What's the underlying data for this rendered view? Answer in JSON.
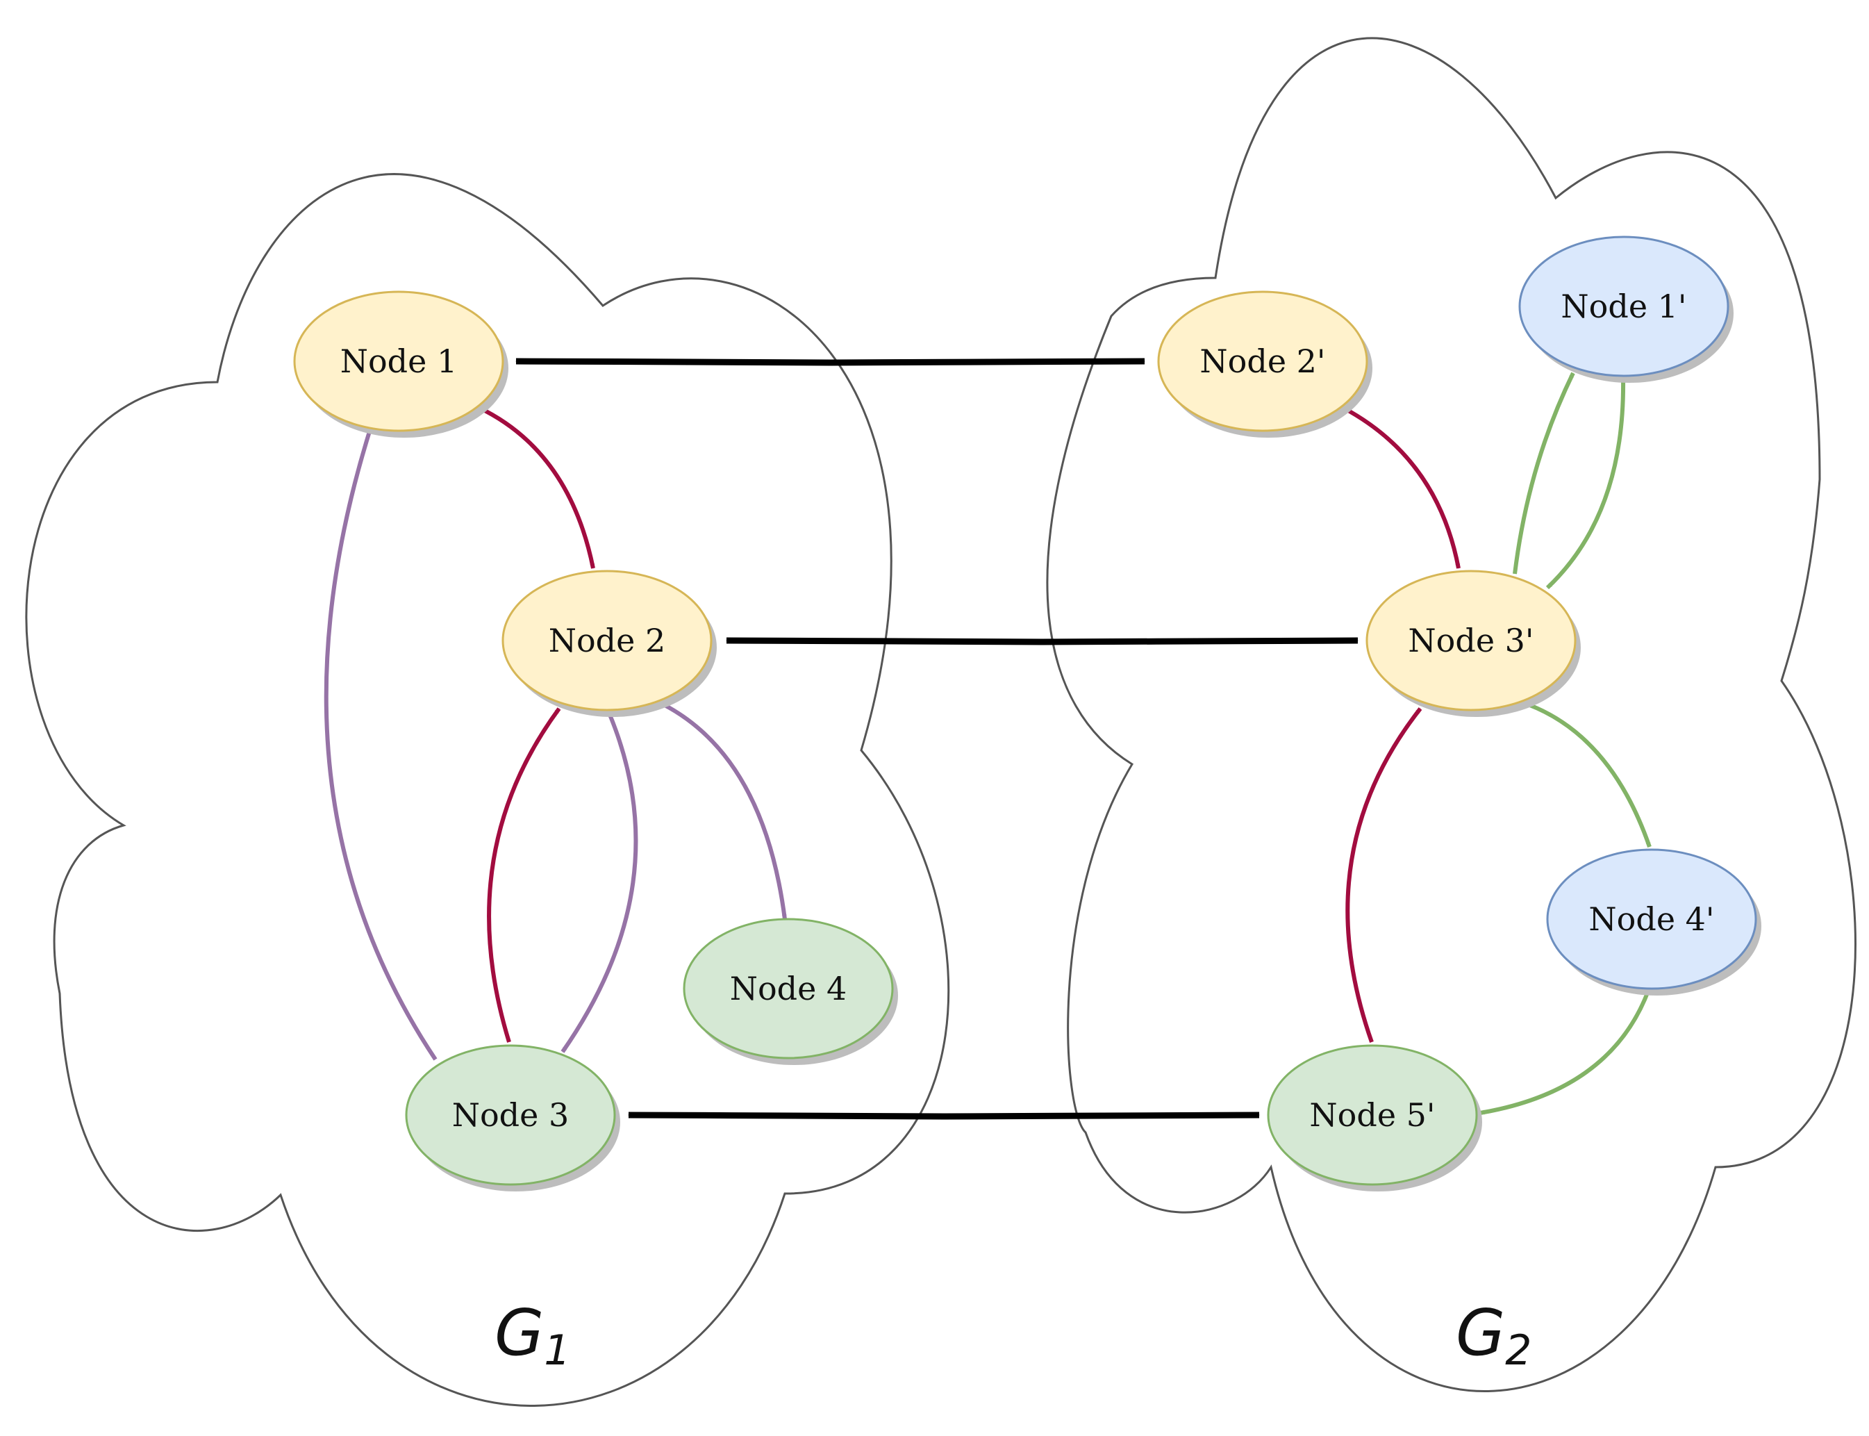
{
  "graphs": [
    {
      "id": "g1",
      "label": "G",
      "subscript": "1"
    },
    {
      "id": "g2",
      "label": "G",
      "subscript": "2"
    }
  ],
  "colors": {
    "cloud_stroke": "#555555",
    "yellow_fill": "#fff2cc",
    "yellow_stroke": "#d6b656",
    "green_fill": "#d5e8d4",
    "green_stroke": "#82b366",
    "blue_fill": "#dae8fc",
    "blue_stroke": "#6c8ebf",
    "shadow": "#bdbdbd",
    "edge_red": "#a20c3f",
    "edge_purple": "#9673a6",
    "edge_green": "#82b366",
    "edge_black": "#000000"
  },
  "nodes": [
    {
      "id": "n1",
      "label": "Node 1",
      "color": "yellow",
      "graph": "G1"
    },
    {
      "id": "n2",
      "label": "Node 2",
      "color": "yellow",
      "graph": "G1"
    },
    {
      "id": "n3",
      "label": "Node 3",
      "color": "green",
      "graph": "G1"
    },
    {
      "id": "n4",
      "label": "Node 4",
      "color": "green",
      "graph": "G1"
    },
    {
      "id": "m1",
      "label": "Node 1'",
      "color": "blue",
      "graph": "G2"
    },
    {
      "id": "m2",
      "label": "Node 2'",
      "color": "yellow",
      "graph": "G2"
    },
    {
      "id": "m3",
      "label": "Node 3'",
      "color": "yellow",
      "graph": "G2"
    },
    {
      "id": "m4",
      "label": "Node 4'",
      "color": "blue",
      "graph": "G2"
    },
    {
      "id": "m5",
      "label": "Node 5'",
      "color": "green",
      "graph": "G2"
    }
  ],
  "edges": [
    {
      "from": "n1",
      "to": "n2",
      "color": "edge_red"
    },
    {
      "from": "n3",
      "to": "n2",
      "color": "edge_red"
    },
    {
      "from": "n3",
      "to": "n1",
      "color": "edge_purple"
    },
    {
      "from": "n2",
      "to": "n3",
      "color": "edge_purple"
    },
    {
      "from": "n2",
      "to": "n4",
      "color": "edge_purple"
    },
    {
      "from": "m2",
      "to": "m3",
      "color": "edge_red"
    },
    {
      "from": "m5",
      "to": "m3",
      "color": "edge_red"
    },
    {
      "from": "m3",
      "to": "m1",
      "color": "edge_green"
    },
    {
      "from": "m1",
      "to": "m3",
      "color": "edge_green"
    },
    {
      "from": "m3",
      "to": "m4",
      "color": "edge_green"
    },
    {
      "from": "m4",
      "to": "m5",
      "color": "edge_green"
    }
  ],
  "correspondences": [
    {
      "a": "n1",
      "b": "m2",
      "type": "bidirectional"
    },
    {
      "a": "n2",
      "b": "m3",
      "type": "bidirectional"
    },
    {
      "a": "n3",
      "b": "m5",
      "type": "bidirectional"
    }
  ]
}
